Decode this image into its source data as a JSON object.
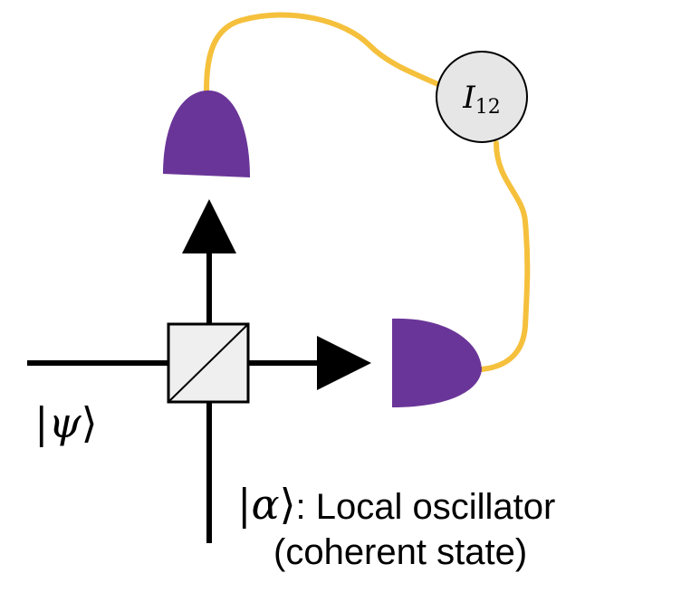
{
  "input_state": {
    "bar": "|",
    "symbol": "ψ",
    "bracket": "⟩"
  },
  "local_oscillator": {
    "bar": "|",
    "symbol": "α",
    "bracket": "⟩",
    "name": ": Local oscillator",
    "note": "(coherent state)"
  },
  "meter": {
    "symbol": "I",
    "subscript": "12"
  },
  "colors": {
    "detector": "#6a3598",
    "cable": "#f5c03c",
    "meter_fill": "#e6e6e6",
    "splitter_fill": "#efefef",
    "beam": "#000000"
  }
}
